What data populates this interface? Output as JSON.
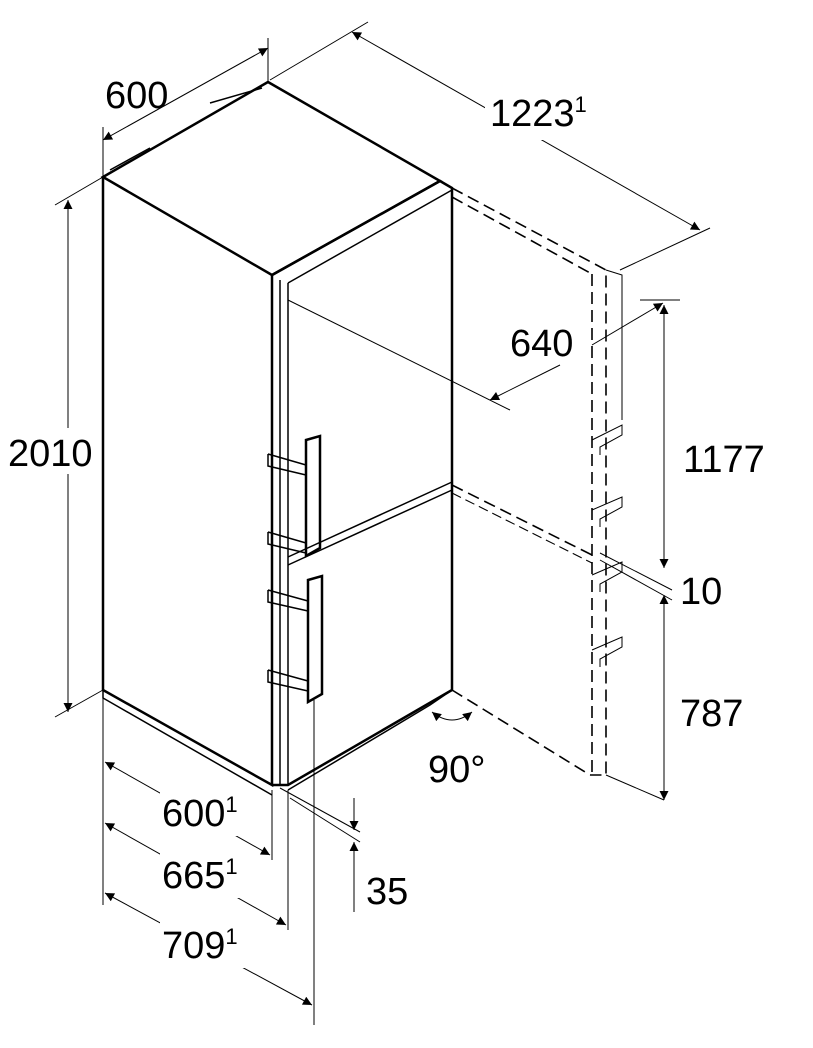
{
  "dimensions": {
    "top_width": {
      "value": "600"
    },
    "total_depth_open": {
      "value": "1223",
      "note": "1"
    },
    "height": {
      "value": "2010"
    },
    "door_opening": {
      "value": "640"
    },
    "upper_door_height": {
      "value": "1177"
    },
    "door_gap": {
      "value": "10"
    },
    "lower_door_height": {
      "value": "787"
    },
    "door_angle": {
      "value": "90°"
    },
    "depth_body": {
      "value": "600",
      "note": "1"
    },
    "depth_with_door": {
      "value": "665",
      "note": "1"
    },
    "depth_with_handle": {
      "value": "709",
      "note": "1"
    },
    "handle_offset": {
      "value": "35"
    }
  }
}
